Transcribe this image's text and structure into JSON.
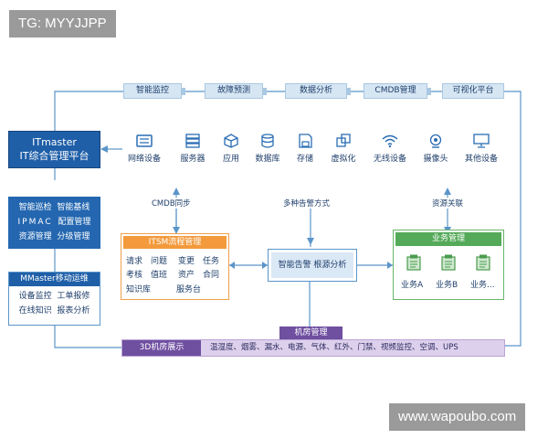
{
  "watermark_top": "TG: MYYJJPP",
  "watermark_bottom": "www.wapoubo.com",
  "top_bar": [
    "智能监控",
    "故障预测",
    "数据分析",
    "CMDB管理",
    "可视化平台"
  ],
  "platform": {
    "line1": "ITmaster",
    "line2": "IT综合管理平台"
  },
  "devices": [
    "网络设备",
    "服务器",
    "应用",
    "数据库",
    "存储",
    "虚拟化",
    "无线设备",
    "摄像头",
    "其他设备"
  ],
  "left_functions": [
    [
      "智能巡检",
      "智能基线"
    ],
    [
      "IPMAC",
      "配置管理"
    ],
    [
      "资源管理",
      "分级管理"
    ]
  ],
  "mobile": {
    "title": "MMaster移动运维",
    "items": [
      [
        "设备监控",
        "工单报修"
      ],
      [
        "在线知识",
        "报表分析"
      ]
    ]
  },
  "itsm": {
    "title": "ITSM流程管理",
    "items": [
      "请求",
      "问题",
      "变更",
      "任务",
      "考核",
      "值班",
      "资产",
      "合同",
      "知识库",
      "服务台"
    ]
  },
  "labels": {
    "cmdb_sync": "CMDB同步",
    "alerts": "多种告警方式",
    "resource": "资源关联"
  },
  "center": "智能告警 根源分析",
  "business": {
    "title": "业务管理",
    "items": [
      "业务A",
      "业务B",
      "业务..."
    ]
  },
  "room": {
    "title": "机房管理",
    "left": "3D机房展示",
    "items": "温湿度、烟雾、漏水、电源、气体、红外、门禁、视频监控、空调、UPS"
  }
}
